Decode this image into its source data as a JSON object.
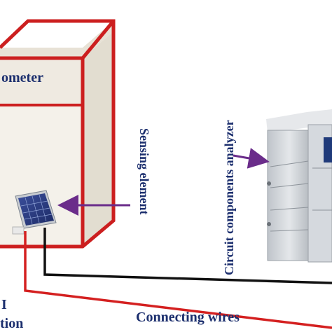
{
  "labels": {
    "chamber": "ometer",
    "sensing": "Sensing element",
    "analyzer": "Circuit components analyzer",
    "wires": "Connecting wires",
    "left_top": "I",
    "left_bottom": "tion"
  },
  "colors": {
    "box_outline": "#cc1f1f",
    "box_front": "#efeae1",
    "box_side": "#e2ddd0",
    "label_text": "#1c2f6e",
    "arrow": "#6a2c8a",
    "wire_red": "#d42020",
    "wire_black": "#111111",
    "analyzer_body": "#cfd3d8"
  },
  "icons": [
    "solar-panel-icon",
    "analyzer-instrument-icon"
  ]
}
